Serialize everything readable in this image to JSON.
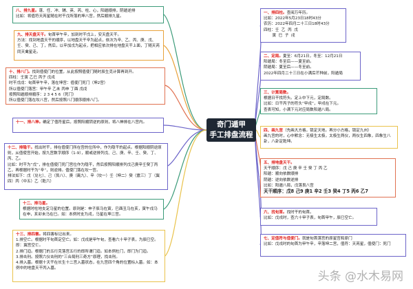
{
  "center": {
    "line1": "奇门遁甲",
    "line2": "手工排盘流程"
  },
  "watermark": "头条 @水木易网",
  "colors": {
    "title_red": "#e0201c",
    "center_bg": "#1e2733",
    "green": "#3a9a78",
    "orange": "#e8a23a",
    "red_orange": "#e07050",
    "purple": "#6a62c8",
    "gold": "#e9c24a"
  },
  "left": [
    {
      "title": "八、排九星。",
      "lines": [
        "蓬、任、冲、辅、英、芮、柱、心，阳遁顺排，阴遁逆排",
        "比如：将值符天芮星随在时干戊所落的坤八宫，然后顺排九星。"
      ]
    },
    {
      "title": "九、排天盘天干。",
      "lines": [
        "旬首甲午辛，加到时干戊上，安天盘天干。",
        "方法：找到地盘天干的顺序，以地盘天干辛为起点，依次为辛、乙、丙、庚、戊、壬、癸、己、丁，然后，以辛加戊为起点，把相应依次排在地盘天干上面，丁随天芮同天禽星走。"
      ]
    },
    {
      "title": "十、排八门。",
      "lines": [
        "找到值使门的位置，从此按照值使门随时辰生克计算再到开。",
        "四柱：壬寅 乙巳 丙子 戊戌",
        "时干戊戌：旬首甲午辛，落在坤宫：值使门死门（坤2宫）",
        "所以值使门落宫：甲午辛 乙未 丙申 丁酉 戊戌",
        "按照阳遁顺排顺序：2 3 4 5 6（死门）",
        "所以值使门落在坎八宫，然后按照八门顺序顺排八门。"
      ]
    },
    {
      "title": "十一、排八神。",
      "lines": [
        "确定了值符星后，按照阳顺阴逆的原则，将八神排在八宫内。"
      ]
    },
    {
      "title": "十二、排隐干。",
      "lines": [
        "找出时干，排在值使门所在宫的位所中，作为隐干的起点。根据阳顺阴逆原则，从值使宫开始，按九宫数字顺序（1-9），顺或逆排列戊、己、庚、辛、壬、癸、丁、丙、乙。",
        "比如：时干为“戊”，排在值使门死门宫位作为隐干，然后按照阳顺排列戊己庚辛壬癸丁丙乙，再根据时干为“辛”，则逆排。值使门落在坎一宫。",
        "排法如下：戊（兑七）、己（艮八）、庚（离九）、辛（坎一）壬（坤二）癸（震三）丁（巽四）丙（中五）乙（乾六）"
      ]
    },
    {
      "title": "十二、排马星。",
      "lines": [
        "根据时柱地支定马星的位置。原则是：申子辰马在寅，巳酉丑马在亥，寅午戌马在申，亥卯未马在巳。如：本例时支为戌，马星在坤二宫。"
      ]
    },
    {
      "title": "十三、排四害。",
      "lines": [
        "将四害标记出来。",
        "1.排空亡。根据时干旬首定空亡。如：戊戌是甲午旬，查看六十甲子表，为辰巳空。即：巽宫空亡。",
        "2.排门迫。根据门的五行克落宫五行的即所谓门迫。如本例杜门，即门为门迫。",
        "3.排击刑。按照六仪击刑的“三合局刑三奇方”原理，找击刑。",
        "4.排入墓。根据十天干在长生十二宫入墓状态，在九宫四个角的位置标入墓。如：本例中的地盘天干丙入墓。"
      ]
    }
  ],
  "right": [
    {
      "title": "一、排四柱。",
      "lines": [
        "查阅万年历。",
        "比如：2022年5月23日18时43分",
        "农历：2022年四月二十三日18时43分",
        "四柱：壬  乙  丙  戊",
        "       寅  巳  子  戌"
      ]
    },
    {
      "title": "二、定局。",
      "lines": [
        "夏至：6月21日，冬至：12月21日",
        "阳遁局：冬至后——夏至前。",
        "阴遁局：夏至后——冬至前。",
        "2022年四月二十三日在小满后芒种前，阳遁局"
      ]
    },
    {
      "title": "三、计算局数。",
      "lines": [
        "根据日干找符头。定上中下元，定局数。",
        "比如：日干丙子的符头“甲戌”，甲戌在下元。",
        "查表可知，小满下元对应局数阳遁八局。"
      ]
    },
    {
      "title": "四、画九宫",
      "lines": [
        "（先画大方格，锁定天地。再分小方格，锁定九州）",
        "画九宫的时，心中默念：无极生太极，太极生两仪，两仪生四象，四象生八卦，八卦定乾坤。"
      ]
    },
    {
      "title": "五、排地盘天干。",
      "lines": [
        "天干顺序：戊 己 庚 辛 壬 癸 丁 丙 乙",
        "阳遁：顺向依数顺排",
        "阴遁：逆向依数逆排",
        "比如：阳遁八局，戊落艮八宫"
      ],
      "big": "天干顺序：戊8 己9 庚1 辛2 壬3 癸4 丁5 丙6 乙7"
    },
    {
      "title": "六、找旬首。",
      "lines": [
        "找时干的旬首。",
        "比如：戊戌时，查六十甲子表，旬首甲午，辰巳空亡。"
      ]
    },
    {
      "title": "七、定值符与值使门。",
      "lines": [
        "就是旬首落宫的原星宫和原门",
        "比如：戊戌时的旬首为甲午辛，辛落坤二宫，值符：天芮星，值使门：死门"
      ]
    }
  ]
}
